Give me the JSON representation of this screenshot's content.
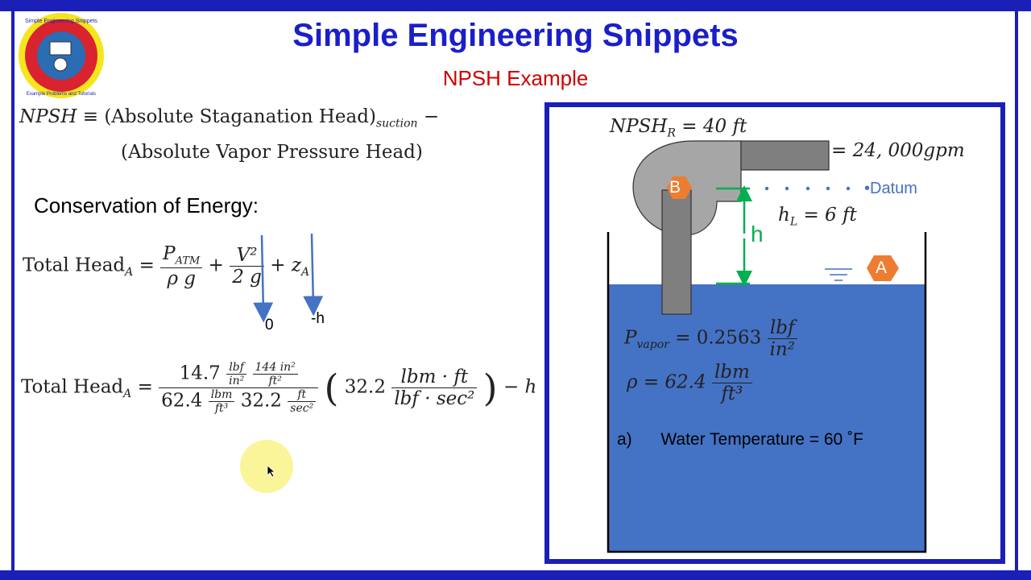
{
  "header": {
    "title": "Simple Engineering Snippets",
    "subtitle": "NPSH Example"
  },
  "logo": {
    "ring_text_top": "Simple Engineering Snippets",
    "ring_text_bottom": "Example Problems and Tutorials"
  },
  "definition": {
    "lhs": "NPSH",
    "equiv": "≡",
    "term1": "(Absolute Staganation Head)",
    "term1_sub": "suction",
    "minus": "−",
    "term2": "(Absolute Vapor Pressure Head)"
  },
  "energy": {
    "heading": "Conservation of Energy:",
    "total_head": "Total Head",
    "sub_a": "A",
    "p_atm": "P",
    "p_atm_sub": "ATM",
    "rho_g": "ρ g",
    "v2": "V²",
    "two_g": "2 g",
    "z": "z",
    "arrow_label_velocity": "0",
    "arrow_label_height": "-h"
  },
  "numeric": {
    "total_head": "Total Head",
    "sub_a": "A",
    "num_value": "14.7",
    "num_unit_top": "lbf",
    "num_unit_bottom": "in²",
    "conv_top": "144 in²",
    "conv_bottom": "ft²",
    "den_value1": "62.4",
    "den_unit1_top": "lbm",
    "den_unit1_bottom": "ft³",
    "den_value2": "32.2",
    "den_unit2_top": "ft",
    "den_unit2_bottom": "sec²",
    "gc_value": "32.2",
    "gc_top": "lbm · ft",
    "gc_bottom": "lbf · sec²",
    "tail": "− h"
  },
  "diagram": {
    "npsh_r": "NPSH",
    "npsh_r_sub": "R",
    "npsh_r_value": "= 40 ft",
    "flow": "= 24, 000gpm",
    "point_b": "B",
    "point_a": "A",
    "datum": "•Datum",
    "h_label": "h",
    "hl_label": "h",
    "hl_sub": "L",
    "hl_value": "= 6 ft",
    "p_vapor": "P",
    "p_vapor_sub": "vapor",
    "p_vapor_value": "= 0.2563",
    "p_vapor_unit_top": "lbf",
    "p_vapor_unit_bottom": "in²",
    "rho": "ρ = 62.4",
    "rho_unit_top": "lbm",
    "rho_unit_bottom": "ft³",
    "water_note_prefix": "a)",
    "water_note": "Water Temperature = 60 ˚F",
    "colors": {
      "water": "#4472c4",
      "pipe": "#7f7f7f",
      "pump": "#a6a6a6",
      "marker": "#ed7d31",
      "height_arrow": "#00b050",
      "frame": "#1a1fb8"
    }
  }
}
